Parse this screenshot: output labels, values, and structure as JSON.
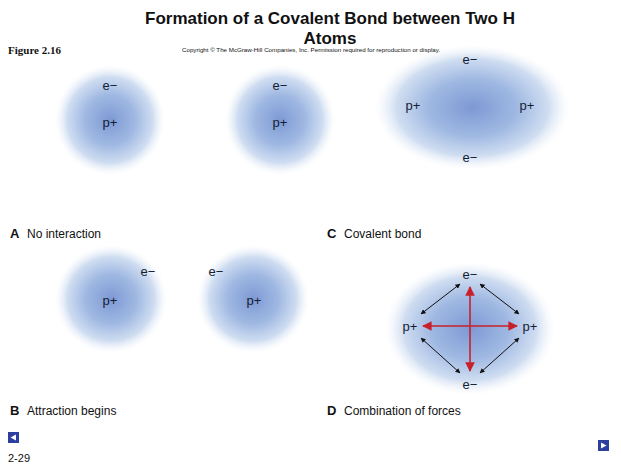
{
  "diagram": {
    "title": "Formation of a Covalent Bond between Two H Atoms",
    "nodes": [
      {
        "text": [
          "e−",
          "p+"
        ]
      },
      {
        "text": [
          "e−",
          "p+"
        ]
      },
      {
        "text": [
          "e−",
          "p+",
          "p+",
          "e−"
        ]
      },
      {
        "text": [
          "e−",
          "p+"
        ]
      },
      {
        "text": [
          "e−",
          "p+"
        ]
      },
      {
        "text": [
          "e−",
          "p+",
          "p+",
          "e−"
        ]
      }
    ],
    "labels": [
      "Figure 2.16",
      "Copyright © The McGraw-Hill Companies, Inc. Permission required for reproduction or display.",
      "A",
      "No interaction",
      "B",
      "Attraction begins",
      "C",
      "Covalent bond",
      "D",
      "Combination of forces",
      "2-29"
    ]
  }
}
